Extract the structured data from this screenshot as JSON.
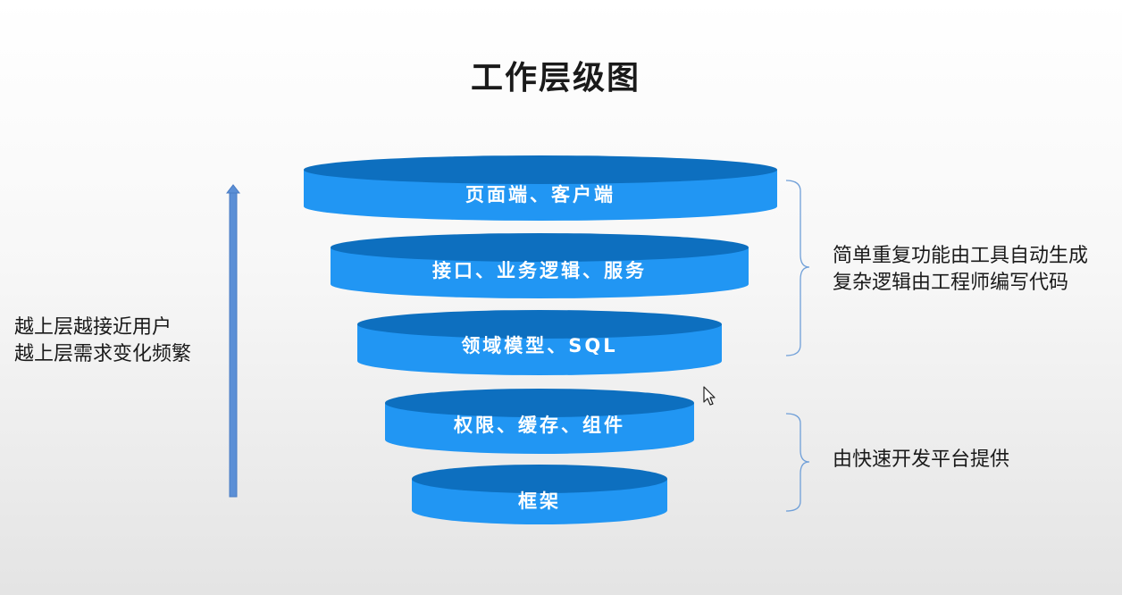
{
  "title": "工作层级图",
  "layers": [
    {
      "label": "页面端、客户端"
    },
    {
      "label": "接口、业务逻辑、服务"
    },
    {
      "label": "领域模型、SQL"
    },
    {
      "label": "权限、缓存、组件"
    },
    {
      "label": "框架"
    }
  ],
  "left_note": {
    "line1": "越上层越接近用户",
    "line2": "越上层需求变化频繁"
  },
  "right_notes": {
    "upper": {
      "line1": "简单重复功能由工具自动生成",
      "line2": "复杂逻辑由工程师编写代码"
    },
    "lower": {
      "line1": "由快速开发平台提供"
    }
  },
  "colors": {
    "layer_side": "#2196f3",
    "layer_top": "#0d6fbf",
    "arrow": "#5b8fd6",
    "bracket": "#6f9fd8"
  }
}
